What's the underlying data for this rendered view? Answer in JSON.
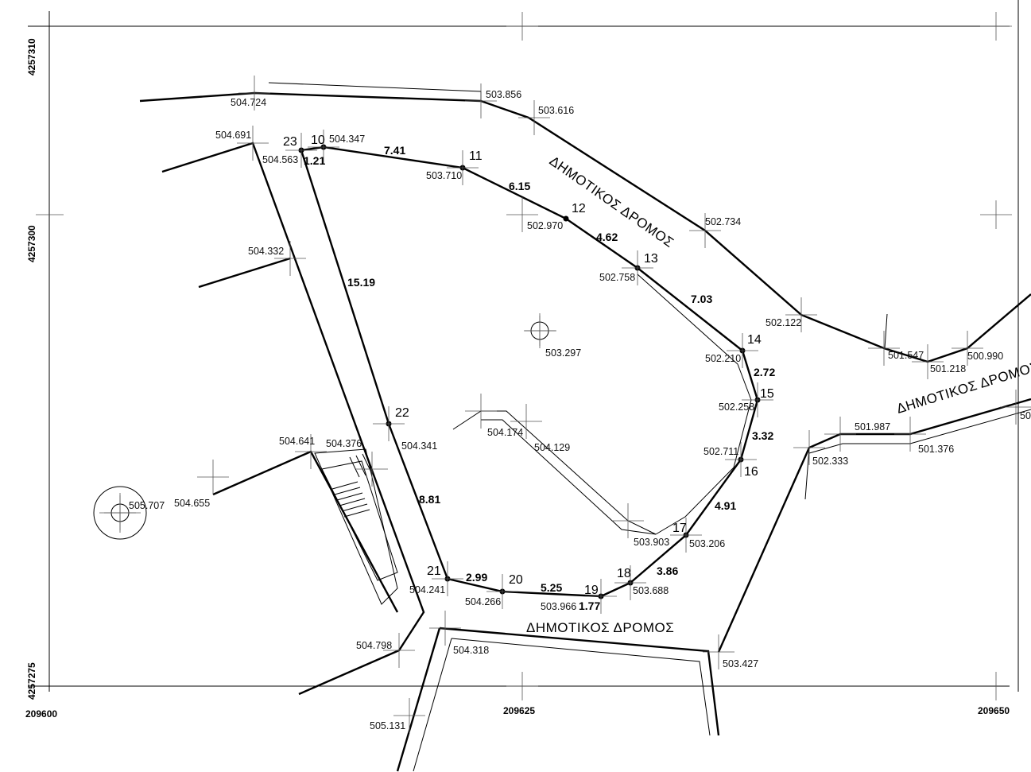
{
  "grid": {
    "y_labels": [
      "4257310",
      "4257300",
      "4257275"
    ],
    "x_labels": [
      "209600",
      "209625",
      "209650"
    ]
  },
  "road_labels": [
    "ΔΗΜΟΤΙΚΟΣ ΔΡΟΜΟΣ",
    "ΔΗΜΟΤΙΚΟΣ ΔΡΟΜΟΣ",
    "ΔΗΜΟΤΙΚΟΣ ΔΡΟΜΟΣ"
  ],
  "points": [
    "23",
    "10",
    "11",
    "12",
    "13",
    "14",
    "15",
    "16",
    "17",
    "18",
    "19",
    "20",
    "21",
    "22"
  ],
  "distances": [
    "7.41",
    "1.21",
    "6.15",
    "4.62",
    "15.19",
    "7.03",
    "2.72",
    "3.32",
    "4.91",
    "3.86",
    "1.77",
    "5.25",
    "2.99",
    "8.81"
  ],
  "elevations": [
    "504.724",
    "503.856",
    "503.616",
    "504.691",
    "504.347",
    "504.563",
    "503.710",
    "502.970",
    "502.734",
    "504.332",
    "502.758",
    "503.297",
    "502.122",
    "501.547",
    "501.218",
    "500.990",
    "502.210",
    "502.258",
    "502.711",
    "504.174",
    "504.129",
    "504.341",
    "504.641",
    "504.376",
    "501.987",
    "501.376",
    "502.333",
    "50",
    "505.707",
    "504.655",
    "503.903",
    "503.206",
    "503.688",
    "503.966",
    "504.266",
    "504.241",
    "504.798",
    "504.318",
    "503.427",
    "505.131"
  ]
}
